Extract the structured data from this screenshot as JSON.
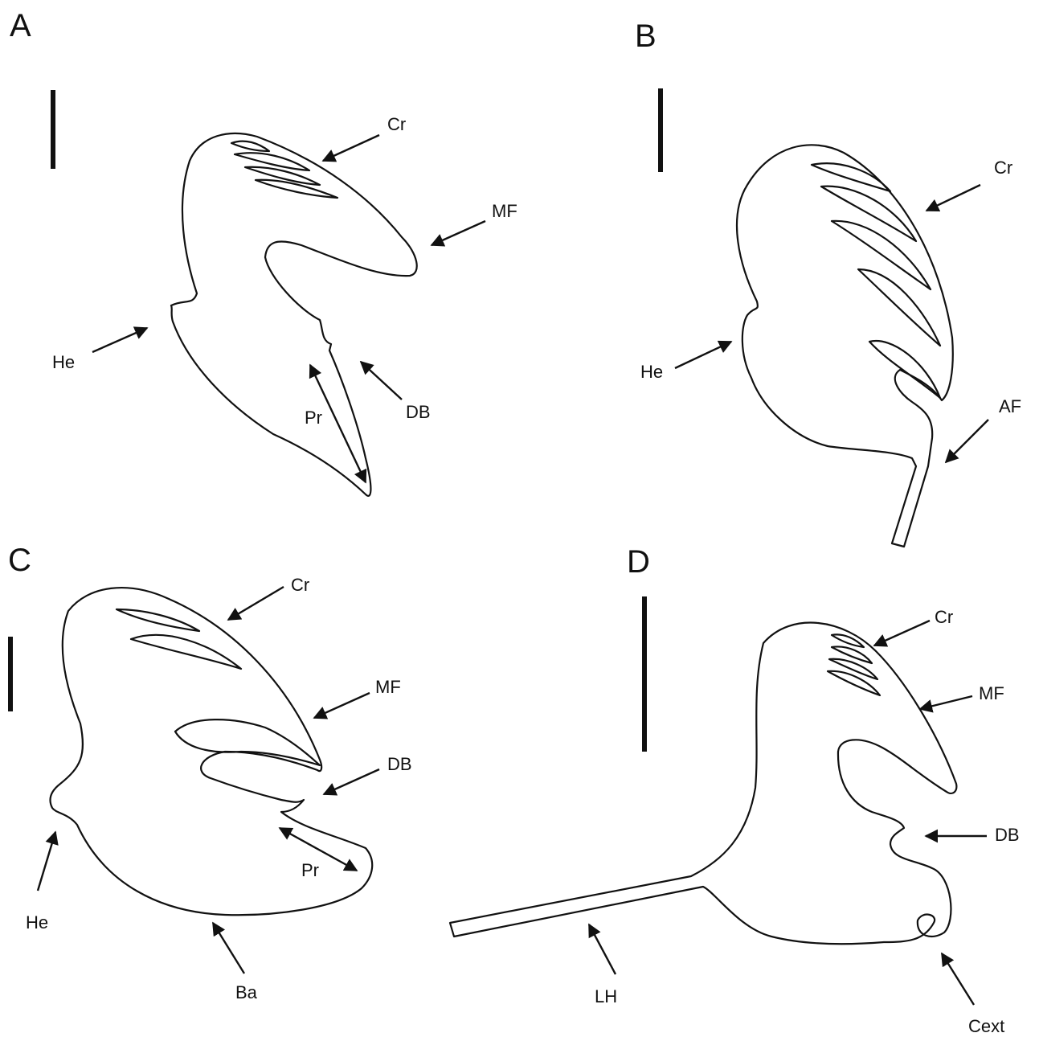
{
  "panels": {
    "A": {
      "letter": "A",
      "labels": {
        "cr": "Cr",
        "mf": "MF",
        "he": "He",
        "db": "DB",
        "pr": "Pr"
      }
    },
    "B": {
      "letter": "B",
      "labels": {
        "cr": "Cr",
        "he": "He",
        "af": "AF"
      }
    },
    "C": {
      "letter": "C",
      "labels": {
        "cr": "Cr",
        "mf": "MF",
        "db": "DB",
        "pr": "Pr",
        "he": "He",
        "ba": "Ba"
      }
    },
    "D": {
      "letter": "D",
      "labels": {
        "cr": "Cr",
        "mf": "MF",
        "db": "DB",
        "lh": "LH",
        "cext": "Cext"
      }
    }
  },
  "colors": {
    "ink": "#111111",
    "background": "#ffffff"
  }
}
